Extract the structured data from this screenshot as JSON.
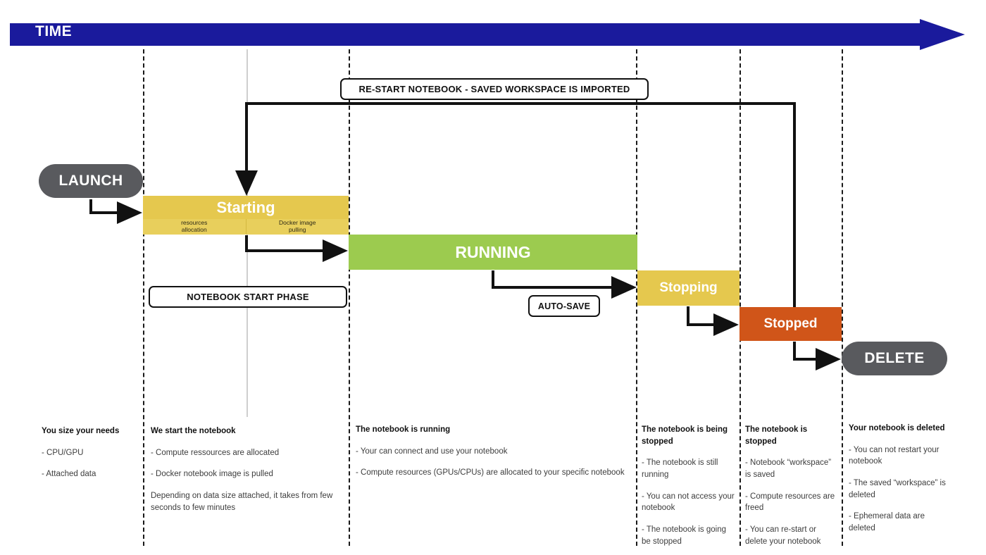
{
  "timeline": {
    "banner_label": "TIME",
    "banner_color": "#1a1a9c"
  },
  "nodes": {
    "launch": "LAUNCH",
    "delete": "DELETE"
  },
  "states": [
    {
      "key": "starting",
      "label": "Starting",
      "color": "#e5c84e",
      "substages": [
        "resources\nallocation",
        "Docker image\npulling"
      ]
    },
    {
      "key": "running",
      "label": "RUNNING",
      "color": "#9ccb4f"
    },
    {
      "key": "stopping",
      "label": "Stopping",
      "color": "#e5c84e"
    },
    {
      "key": "stopped",
      "label": "Stopped",
      "color": "#d05519"
    }
  ],
  "substages": {
    "resources_allocation_line1": "resources",
    "resources_allocation_line2": "allocation",
    "docker_pulling_line1": "Docker image",
    "docker_pulling_line2": "pulling"
  },
  "annotations": {
    "restart": "RE-START NOTEBOOK - SAVED WORKSPACE IS IMPORTED",
    "start_phase": "NOTEBOOK START PHASE",
    "auto_save": "AUTO-SAVE"
  },
  "columns": [
    {
      "title": "You size your needs",
      "lines": [
        "- CPU/GPU",
        "- Attached data"
      ]
    },
    {
      "title": "We start the notebook",
      "lines": [
        "- Compute ressources are allocated",
        "- Docker notebook image is pulled",
        "Depending on data size attached, it takes from few seconds to few minutes"
      ]
    },
    {
      "title": "The notebook is running",
      "lines": [
        "- Your can connect and use your notebook",
        "- Compute resources (GPUs/CPUs) are allocated to your specific notebook"
      ]
    },
    {
      "title": "The notebook is being stopped",
      "lines": [
        "- The notebook is still running",
        "- You can not access your notebook",
        "- The notebook is going be stopped"
      ]
    },
    {
      "title": "The notebook is stopped",
      "lines": [
        "- Notebook “workspace” is saved",
        "- Compute resources are freed",
        "- You can re-start or delete your notebook"
      ]
    },
    {
      "title": "Your notebook is deleted",
      "lines": [
        "- You can not restart your notebook",
        "- The saved “workspace” is deleted",
        "- Ephemeral data are deleted"
      ]
    }
  ]
}
